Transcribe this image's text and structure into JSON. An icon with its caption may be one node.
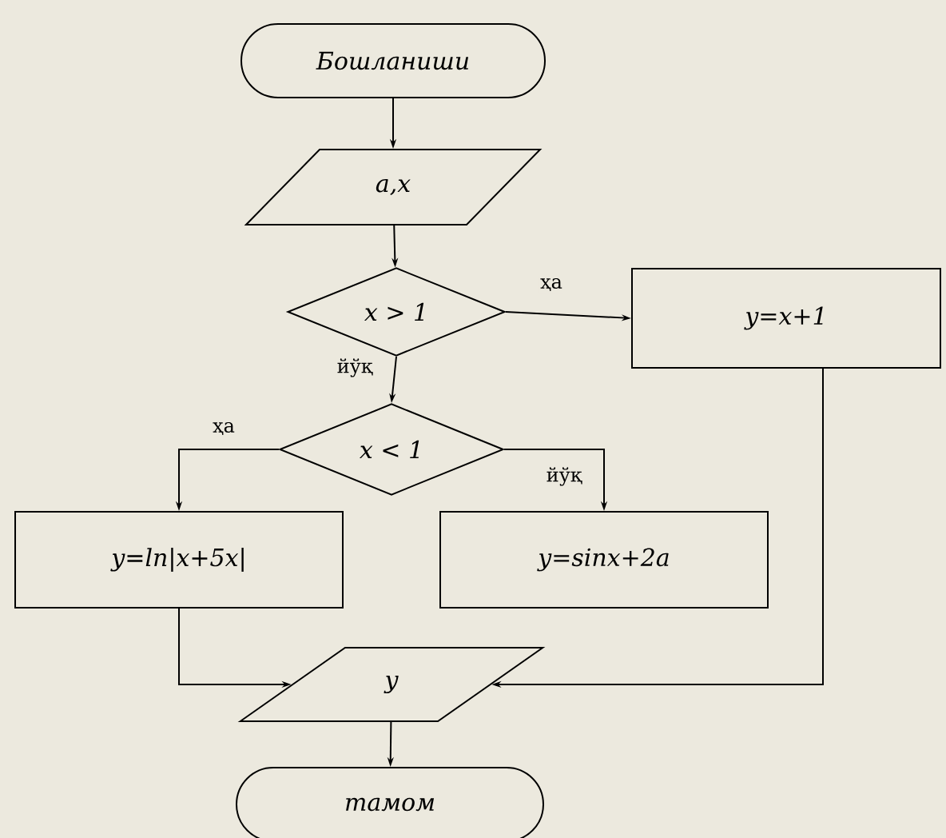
{
  "diagram": {
    "nodes": [
      {
        "text": [
          "Бошланиши"
        ]
      },
      {
        "text": [
          "a,x"
        ]
      },
      {
        "text": [
          "x > 1"
        ]
      },
      {
        "text": [
          "y=x+1"
        ]
      },
      {
        "text": [
          "x < 1"
        ]
      },
      {
        "text": [
          "y=ln|x+5x|"
        ]
      },
      {
        "text": [
          "y=sinx+2a"
        ]
      },
      {
        "text": [
          "y"
        ]
      },
      {
        "text": [
          "тамом"
        ]
      }
    ],
    "edges": [
      {
        "from": 0,
        "to": 1,
        "arrow": "to"
      },
      {
        "from": 1,
        "to": 2,
        "arrow": "to"
      },
      {
        "from": 2,
        "to": 3,
        "arrow": "to",
        "label": "ҳа"
      },
      {
        "from": 2,
        "to": 4,
        "arrow": "to",
        "label": "йўқ"
      },
      {
        "from": 4,
        "to": 5,
        "arrow": "to",
        "label": "ҳа"
      },
      {
        "from": 4,
        "to": 6,
        "arrow": "to",
        "label": "йўқ"
      },
      {
        "from": 5,
        "to": 7,
        "arrow": "to"
      },
      {
        "from": 3,
        "to": 7,
        "arrow": "to"
      },
      {
        "from": 7,
        "to": 8,
        "arrow": "to"
      }
    ]
  }
}
